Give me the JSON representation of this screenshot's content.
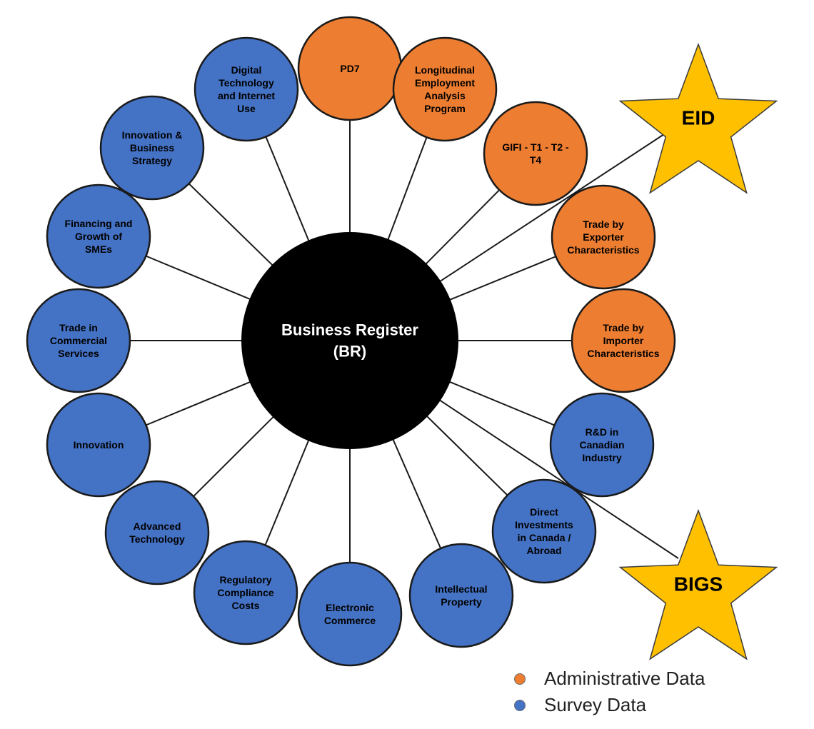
{
  "colors": {
    "administrative": "#ED7D31",
    "survey": "#4472C4",
    "center": "#000000",
    "star": "#FFC000",
    "outline": "#1a1a1a",
    "line": "#1a1a1a"
  },
  "center": {
    "lines": [
      "Business Register",
      "(BR)"
    ]
  },
  "nodes": [
    {
      "id": "pd7",
      "kind": "administrative",
      "lines": [
        "PD7"
      ]
    },
    {
      "id": "leap",
      "kind": "administrative",
      "lines": [
        "Longitudinal",
        "Employment",
        "Analysis",
        "Program"
      ]
    },
    {
      "id": "gifi",
      "kind": "administrative",
      "lines": [
        "GIFI - T1 - T2 -",
        "T4"
      ]
    },
    {
      "id": "trade-exporter",
      "kind": "administrative",
      "lines": [
        "Trade by",
        "Exporter",
        "Characteristics"
      ]
    },
    {
      "id": "trade-importer",
      "kind": "administrative",
      "lines": [
        "Trade by",
        "Importer",
        "Characteristics"
      ]
    },
    {
      "id": "rd-canadian-industry",
      "kind": "survey",
      "lines": [
        "R&D in",
        "Canadian",
        "Industry"
      ]
    },
    {
      "id": "direct-investments",
      "kind": "survey",
      "lines": [
        "Direct",
        "Investments",
        "in Canada /",
        "Abroad"
      ]
    },
    {
      "id": "intellectual-property",
      "kind": "survey",
      "lines": [
        "Intellectual",
        "Property"
      ]
    },
    {
      "id": "electronic-commerce",
      "kind": "survey",
      "lines": [
        "Electronic",
        "Commerce"
      ]
    },
    {
      "id": "regulatory-compliance",
      "kind": "survey",
      "lines": [
        "Regulatory",
        "Compliance",
        "Costs"
      ]
    },
    {
      "id": "advanced-technology",
      "kind": "survey",
      "lines": [
        "Advanced",
        "Technology"
      ]
    },
    {
      "id": "innovation",
      "kind": "survey",
      "lines": [
        "Innovation"
      ]
    },
    {
      "id": "trade-commercial-services",
      "kind": "survey",
      "lines": [
        "Trade in",
        "Commercial",
        "Services"
      ]
    },
    {
      "id": "financing-smes",
      "kind": "survey",
      "lines": [
        "Financing and",
        "Growth of",
        "SMEs"
      ]
    },
    {
      "id": "innovation-strategy",
      "kind": "survey",
      "lines": [
        "Innovation &",
        "Business",
        "Strategy"
      ]
    },
    {
      "id": "digital-technology",
      "kind": "survey",
      "lines": [
        "Digital",
        "Technology",
        "and Internet",
        "Use"
      ]
    }
  ],
  "stars": [
    {
      "id": "eid",
      "label": "EID"
    },
    {
      "id": "bigs",
      "label": "BIGS"
    }
  ],
  "legend": {
    "items": [
      {
        "kind": "administrative",
        "label": "Administrative Data"
      },
      {
        "kind": "survey",
        "label": "Survey Data"
      }
    ]
  }
}
